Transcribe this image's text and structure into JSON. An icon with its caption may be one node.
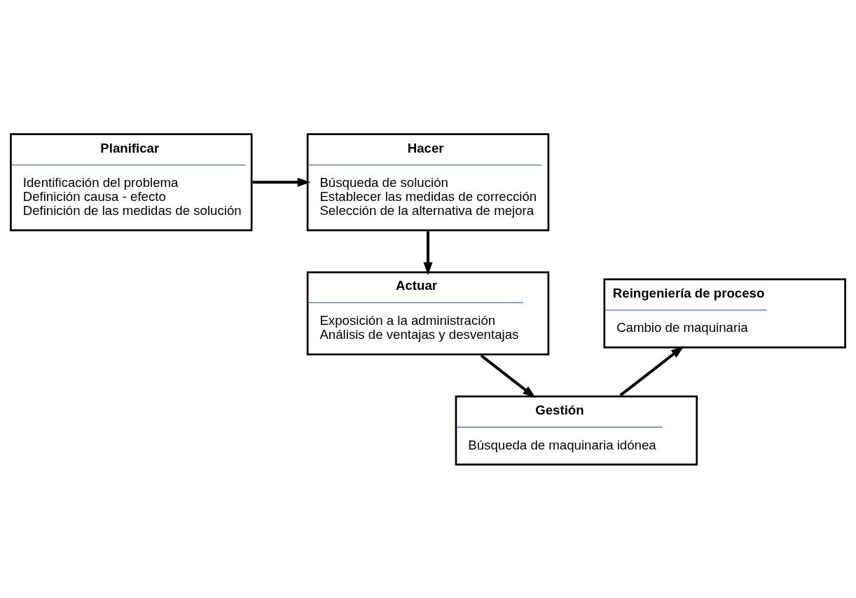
{
  "diagram": {
    "nodes": [
      {
        "text": [
          "Planificar",
          "Identificación del problema",
          "Definición causa - efecto",
          "Definición de las medidas de solución"
        ]
      },
      {
        "text": [
          "Hacer",
          "Búsqueda de solución",
          "Establecer las medidas de corrección",
          "Selección de la alternativa de mejora"
        ]
      },
      {
        "text": [
          "Actuar",
          "Exposición a la administración",
          "Análisis de ventajas y desventajas"
        ]
      },
      {
        "text": [
          "Gestión",
          "Búsqueda de maquinaria idónea"
        ]
      },
      {
        "text": [
          "Reingeniería de proceso",
          "Cambio de maquinaria"
        ]
      }
    ],
    "edges": [
      {
        "from": 0,
        "to": 1,
        "arrow": "to"
      },
      {
        "from": 1,
        "to": 2,
        "arrow": "to"
      },
      {
        "from": 2,
        "to": 3,
        "arrow": "to"
      },
      {
        "from": 3,
        "to": 4,
        "arrow": "to"
      }
    ]
  }
}
